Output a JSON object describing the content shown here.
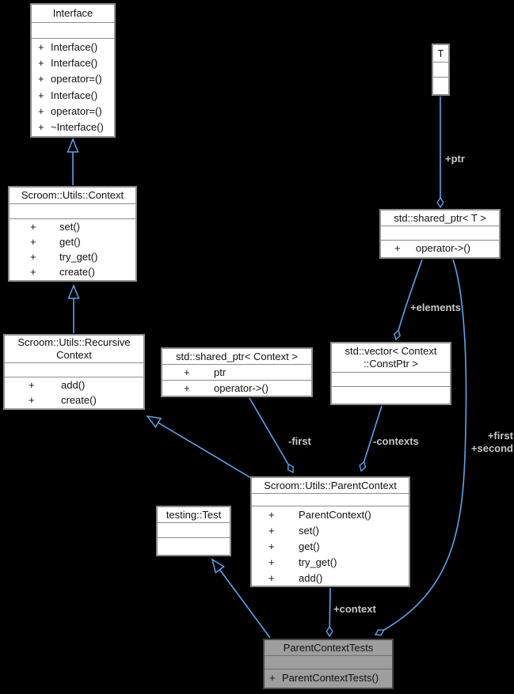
{
  "diagram_title": "ParentContextTests collaboration diagram",
  "colors": {
    "background": "#000000",
    "box_background": "#ffffff",
    "box_border": "#8d8d8d",
    "highlight_background": "#9e9e9e",
    "highlight_border": "#454545",
    "edge": "#5ca3ee",
    "edge_label": "#c9c9c9",
    "text": "#111111"
  },
  "boxes": {
    "interface": {
      "title": [
        "Interface"
      ],
      "methods": [
        [
          "+",
          "Interface()"
        ],
        [
          "+",
          "Interface()"
        ],
        [
          "+",
          "operator=()"
        ],
        [
          "+",
          "Interface()"
        ],
        [
          "+",
          "operator=()"
        ],
        [
          "+",
          "~Interface()"
        ]
      ]
    },
    "context": {
      "title": [
        "Scroom::Utils::Context"
      ],
      "methods": [
        [
          "+",
          "set()"
        ],
        [
          "+",
          "get()"
        ],
        [
          "+",
          "try_get()"
        ],
        [
          "+",
          "create()"
        ]
      ]
    },
    "recursive": {
      "title": [
        "Scroom::Utils::Recursive",
        "Context"
      ],
      "methods": [
        [
          "+",
          "add()"
        ],
        [
          "+",
          "create()"
        ]
      ]
    },
    "sharedptr_context": {
      "title": [
        "std::shared_ptr< Context >"
      ],
      "attributes": [
        [
          "+",
          "ptr"
        ]
      ],
      "methods": [
        [
          "+",
          "operator->()"
        ]
      ]
    },
    "vector_constptr": {
      "title": [
        "std::vector< Context",
        "::ConstPtr >"
      ]
    },
    "sharedptr_t": {
      "title": [
        "std::shared_ptr< T >"
      ],
      "methods": [
        [
          "+",
          "operator->()"
        ]
      ]
    },
    "t": {
      "title": [
        "T"
      ]
    },
    "parent_context": {
      "title": [
        "Scroom::Utils::ParentContext"
      ],
      "methods": [
        [
          "+",
          "ParentContext()"
        ],
        [
          "+",
          "set()"
        ],
        [
          "+",
          "get()"
        ],
        [
          "+",
          "try_get()"
        ],
        [
          "+",
          "add()"
        ]
      ]
    },
    "testing_test": {
      "title": [
        "testing::Test"
      ]
    },
    "parent_context_tests": {
      "title": [
        "ParentContextTests"
      ],
      "methods": [
        [
          "+",
          "ParentContextTests()"
        ]
      ]
    }
  },
  "edge_labels": {
    "ptr": "+ptr",
    "elements": "+elements",
    "first": "-first",
    "contexts": "-contexts",
    "first_line": "+first",
    "second_line": "+second",
    "context": "+context"
  }
}
